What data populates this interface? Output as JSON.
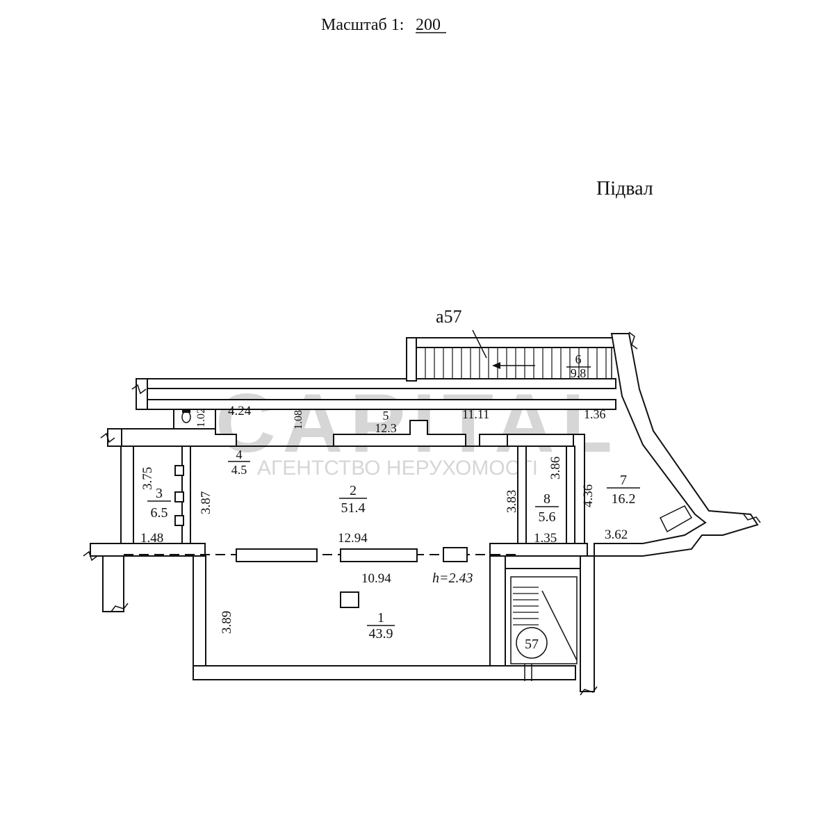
{
  "header": {
    "scale_label": "Масштаб 1:",
    "scale_value": "200",
    "floor_label": "Підвал"
  },
  "watermark": {
    "brand": "CAPITAL",
    "tagline": "АГЕНТСТВО НЕРУХОМОСТІ"
  },
  "stair_label": "a57",
  "building_number": "57",
  "ceiling_height": "h=2.43",
  "rooms": [
    {
      "number": "1",
      "area": "43.9"
    },
    {
      "number": "2",
      "area": "51.4"
    },
    {
      "number": "3",
      "area": "6.5"
    },
    {
      "number": "4",
      "area": "4.5"
    },
    {
      "number": "5",
      "area": "12.3"
    },
    {
      "number": "6",
      "area": "9.8"
    },
    {
      "number": "7",
      "area": "16.2"
    },
    {
      "number": "8",
      "area": "5.6"
    }
  ],
  "dimensions": {
    "d_3_75": "3.75",
    "d_3_87": "3.87",
    "d_1_48": "1.48",
    "d_12_94": "12.94",
    "d_10_94": "10.94",
    "d_3_83": "3.83",
    "d_3_86": "3.86",
    "d_1_35": "1.35",
    "d_4_36": "4.36",
    "d_3_62": "3.62",
    "d_4_24": "4.24",
    "d_1_02": "1.02",
    "d_1_08": "1.08",
    "d_11_11": "11.11",
    "d_1_36": "1.36",
    "d_3_89": "3.89"
  }
}
